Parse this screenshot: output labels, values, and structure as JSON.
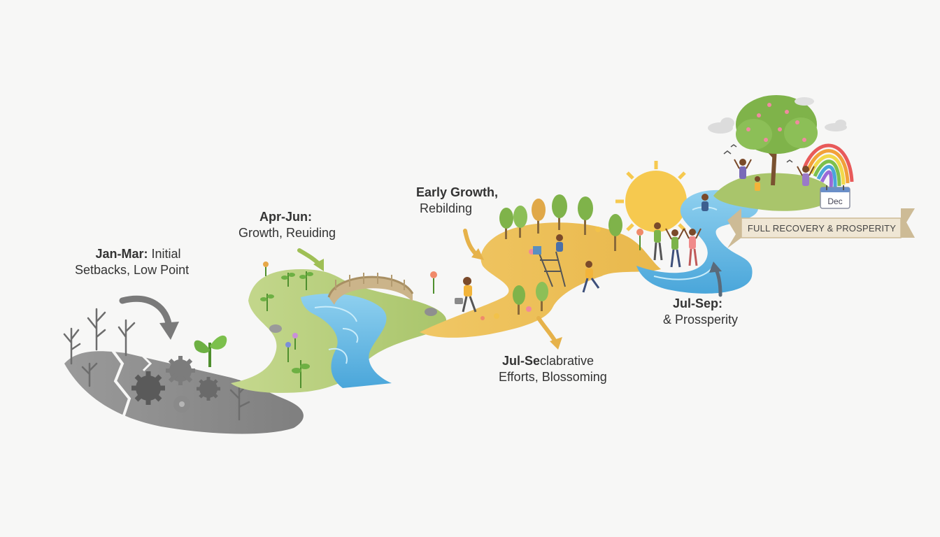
{
  "stages": [
    {
      "id": "s1",
      "title": "Jan-Mar:",
      "rest1": " Initial",
      "line2": "Setbacks, Low Point"
    },
    {
      "id": "s2",
      "title": "Apr-Jun:",
      "line2": "Growth, Reuiding"
    },
    {
      "id": "s3",
      "title": "Early Growth,",
      "line2": "Rebilding"
    },
    {
      "id": "s4",
      "title": "Jul-Se",
      "rest1": "clabrative",
      "line2": "Efforts, Blossoming"
    },
    {
      "id": "s5",
      "title": "Jul-Sep:",
      "line2": "& Prossperity"
    }
  ],
  "banner": {
    "text": "FULL RECOVERY & PROSPERITY"
  },
  "calendar": {
    "month": "Dec"
  },
  "colors": {
    "gray_ground": "#8f8f8f",
    "green_ground": "#b7cf7e",
    "gold_ground": "#eec25c",
    "river": "#63b7e3",
    "sun": "#f6c94f"
  },
  "icons": [
    "arrow-icon",
    "gear-icon",
    "sprout-icon",
    "bridge-icon",
    "tree-icon",
    "sun-icon",
    "rainbow-icon",
    "calendar-icon",
    "cloud-icon",
    "person-icon"
  ]
}
